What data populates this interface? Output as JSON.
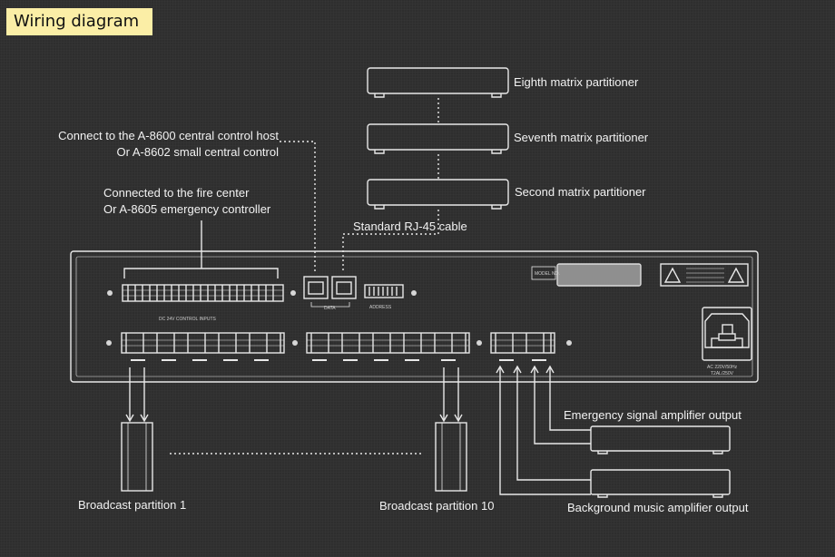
{
  "title": "Wiring diagram",
  "labels": {
    "eighth_partitioner": "Eighth matrix partitioner",
    "seventh_partitioner": "Seventh matrix partitioner",
    "second_partitioner": "Second matrix partitioner",
    "rj45_cable": "Standard RJ-45 cable",
    "central_control_line1": "Connect to the A-8600 central control host",
    "central_control_line2": "Or A-8602 small central control",
    "fire_center_line1": "Connected to the fire center",
    "fire_center_line2": "Or A-8605 emergency controller",
    "emergency_amp": "Emergency signal amplifier output",
    "background_amp": "Background music amplifier output",
    "partition_1": "Broadcast partition 1",
    "partition_10": "Broadcast partition 10"
  },
  "panel_print": {
    "control_inputs": "DC 24V CONTROL INPUTS",
    "data": "DATA",
    "address": "ADDRESS",
    "model": "MODEL NO.",
    "power": "AC 220V/50Hz",
    "fuse": "T2AL/250V"
  },
  "colors": {
    "background": "#2e2e2e",
    "badge": "#fbeea6",
    "line": "#e8e8e8"
  }
}
